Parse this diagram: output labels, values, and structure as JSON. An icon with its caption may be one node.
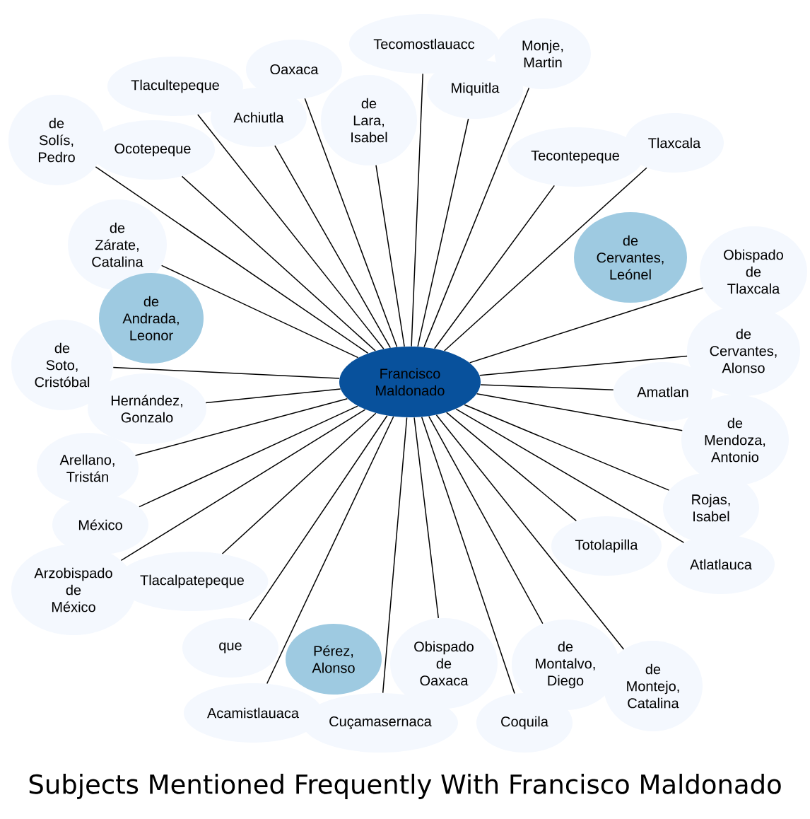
{
  "diagram": {
    "title": "Subjects Mentioned Frequently With Francisco Maldonado",
    "nodes": [
      {
        "text": [
          "de Lara, Isabel"
        ]
      },
      {
        "text": [
          "Oaxaca"
        ]
      },
      {
        "text": [
          "Miquitla"
        ]
      },
      {
        "text": [
          "Achiutla"
        ]
      },
      {
        "text": [
          "Monje, Martin"
        ]
      },
      {
        "text": [
          "Tlacultepeque"
        ]
      },
      {
        "text": [
          "Tecomostlauacc"
        ]
      },
      {
        "text": [
          "de Solís, Pedro"
        ]
      },
      {
        "text": [
          "Tlaxcala"
        ]
      },
      {
        "text": [
          "Tecontepeque"
        ]
      },
      {
        "text": [
          "Ocotepeque"
        ]
      },
      {
        "text": [
          "Obispado de Tlaxcala"
        ]
      },
      {
        "text": [
          "de Zárate, Catalina"
        ]
      },
      {
        "text": [
          "de Cervantes, Alonso"
        ]
      },
      {
        "text": [
          "de Soto, Cristóbal"
        ]
      },
      {
        "text": [
          "de Cervantes, Leónel"
        ]
      },
      {
        "text": [
          "Hernández, Gonzalo"
        ]
      },
      {
        "text": [
          "Francisco Maldonado"
        ]
      },
      {
        "text": [
          "de Andrada, Leonor"
        ]
      },
      {
        "text": [
          "Amatlan"
        ]
      },
      {
        "text": [
          "de Mendoza, Antonio"
        ]
      },
      {
        "text": [
          "Arellano, Tristán"
        ]
      },
      {
        "text": [
          "Pérez, Alonso"
        ]
      },
      {
        "text": [
          "Rojas, Isabel"
        ]
      },
      {
        "text": [
          "México"
        ]
      },
      {
        "text": [
          "Totolapilla"
        ]
      },
      {
        "text": [
          "Arzobispado de México"
        ]
      },
      {
        "text": [
          "Atlatlauca"
        ]
      },
      {
        "text": [
          "Tlacalpatepeque"
        ]
      },
      {
        "text": [
          "que"
        ]
      },
      {
        "text": [
          "de Montalvo, Diego"
        ]
      },
      {
        "text": [
          "de Montejo, Catalina"
        ]
      },
      {
        "text": [
          "Cuçamasernaca"
        ]
      },
      {
        "text": [
          "Coquila"
        ]
      },
      {
        "text": [
          "Acamistlauaca"
        ]
      },
      {
        "text": [
          "Obispado de Oaxaca"
        ]
      }
    ],
    "edges": [
      {
        "from": 17,
        "to": 0,
        "arrow": "none"
      },
      {
        "from": 17,
        "to": 1,
        "arrow": "none"
      },
      {
        "from": 17,
        "to": 2,
        "arrow": "none"
      },
      {
        "from": 17,
        "to": 3,
        "arrow": "none"
      },
      {
        "from": 17,
        "to": 4,
        "arrow": "none"
      },
      {
        "from": 17,
        "to": 5,
        "arrow": "none"
      },
      {
        "from": 17,
        "to": 6,
        "arrow": "none"
      },
      {
        "from": 17,
        "to": 7,
        "arrow": "none"
      },
      {
        "from": 17,
        "to": 8,
        "arrow": "none"
      },
      {
        "from": 17,
        "to": 9,
        "arrow": "none"
      },
      {
        "from": 17,
        "to": 10,
        "arrow": "none"
      },
      {
        "from": 17,
        "to": 11,
        "arrow": "none"
      },
      {
        "from": 17,
        "to": 12,
        "arrow": "none"
      },
      {
        "from": 17,
        "to": 13,
        "arrow": "none"
      },
      {
        "from": 17,
        "to": 14,
        "arrow": "none"
      },
      {
        "from": 17,
        "to": 16,
        "arrow": "none"
      },
      {
        "from": 17,
        "to": 19,
        "arrow": "none"
      },
      {
        "from": 17,
        "to": 20,
        "arrow": "none"
      },
      {
        "from": 17,
        "to": 21,
        "arrow": "none"
      },
      {
        "from": 17,
        "to": 23,
        "arrow": "none"
      },
      {
        "from": 17,
        "to": 24,
        "arrow": "none"
      },
      {
        "from": 17,
        "to": 25,
        "arrow": "none"
      },
      {
        "from": 17,
        "to": 26,
        "arrow": "none"
      },
      {
        "from": 17,
        "to": 27,
        "arrow": "none"
      },
      {
        "from": 17,
        "to": 28,
        "arrow": "none"
      },
      {
        "from": 17,
        "to": 29,
        "arrow": "none"
      },
      {
        "from": 17,
        "to": 30,
        "arrow": "none"
      },
      {
        "from": 17,
        "to": 31,
        "arrow": "none"
      },
      {
        "from": 17,
        "to": 32,
        "arrow": "none"
      },
      {
        "from": 17,
        "to": 33,
        "arrow": "none"
      },
      {
        "from": 17,
        "to": 34,
        "arrow": "none"
      },
      {
        "from": 17,
        "to": 35,
        "arrow": "none"
      }
    ]
  }
}
